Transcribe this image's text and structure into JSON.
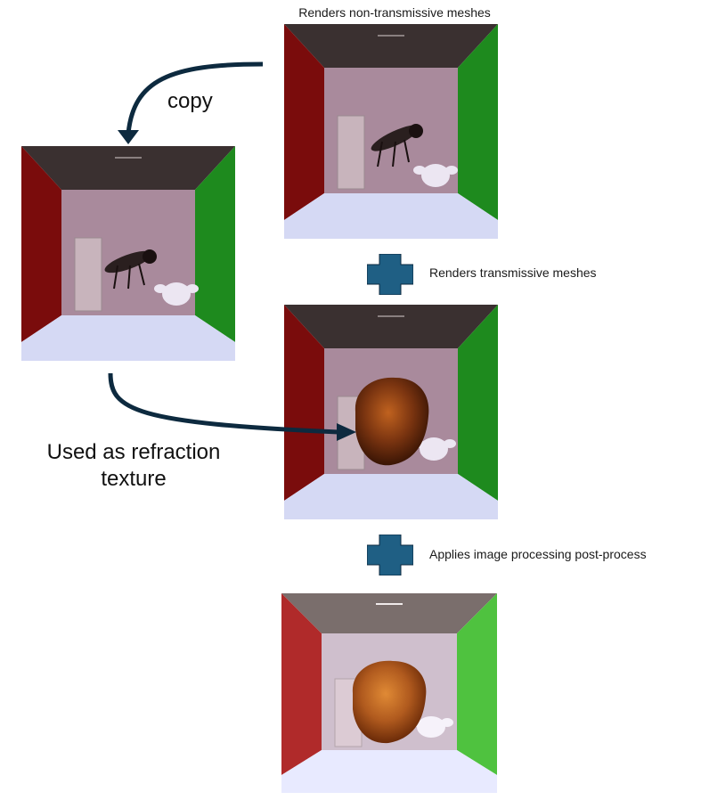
{
  "labels": {
    "renders_non_transmissive": "Renders non-transmissive meshes",
    "copy": "copy",
    "renders_transmissive": "Renders transmissive meshes",
    "used_as_refraction_line1": "Used as refraction",
    "used_as_refraction_line2": "texture",
    "applies_post_process": "Applies image processing post-process"
  },
  "colors": {
    "arrow": "#0d2a3f",
    "plus_fill": "#1f5f84",
    "left_wall": "#7a0c0c",
    "right_wall": "#1e8a1e",
    "ceiling": "#3a3030",
    "back_wall": "#a98a9c",
    "floor": "#d5d9f4",
    "left_wall_post": "#b02a2a",
    "right_wall_post": "#4fc23f",
    "ceiling_post": "#7a6e6c",
    "back_wall_post": "#cfbfcd",
    "floor_post": "#e8eaff",
    "jelly": "#7a3410",
    "jelly_post": "#b05a1e"
  },
  "icons": [
    "plus-icon",
    "plus-icon",
    "arrow-copy",
    "arrow-refraction"
  ]
}
